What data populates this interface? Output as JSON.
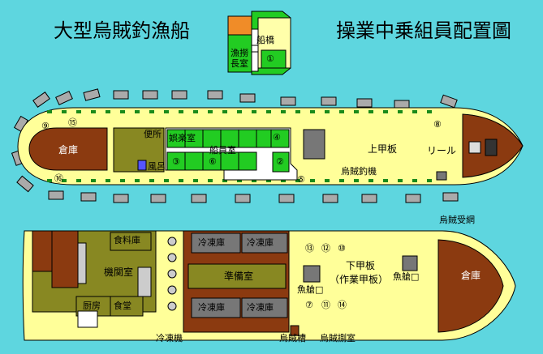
{
  "title_left": "大型烏賊釣漁船",
  "title_right": "操業中乗組員配置圖",
  "inset": {
    "bridge": "船橋",
    "captain_room_1": "漁撈",
    "captain_room_2": "長室",
    "num": "①"
  },
  "upper": {
    "warehouse": "倉庫",
    "toilet": "便所",
    "bath": "風呂",
    "rec_room": "娯楽室",
    "crew_room": "船員室",
    "deck": "上甲板",
    "reel": "リール",
    "squid_machine": "烏賊釣機",
    "receiver": "烏賊受網",
    "n15": "⑮",
    "n9": "⑨",
    "n16": "⑯",
    "n8": "⑧",
    "n3": "③",
    "n6": "⑥",
    "n2": "②",
    "n4": "④",
    "n5": "⑤"
  },
  "lower": {
    "food": "食料庫",
    "engine": "機関室",
    "galley": "厨房",
    "dining": "食堂",
    "freezer": "冷凍庫",
    "prep": "準備室",
    "lower_deck": "下甲板",
    "work_deck": "（作業甲板）",
    "fish_hold_1": "魚艙□",
    "fish_hold_2": "魚艙□",
    "warehouse": "倉庫",
    "freezer_machine": "冷凍機",
    "squid_tank": "烏賊槽",
    "squid_proc": "烏賊捌室",
    "n13": "⑬",
    "n12": "⑫",
    "n10": "⑩",
    "n7": "⑦",
    "n11": "⑪",
    "n14": "⑭"
  }
}
